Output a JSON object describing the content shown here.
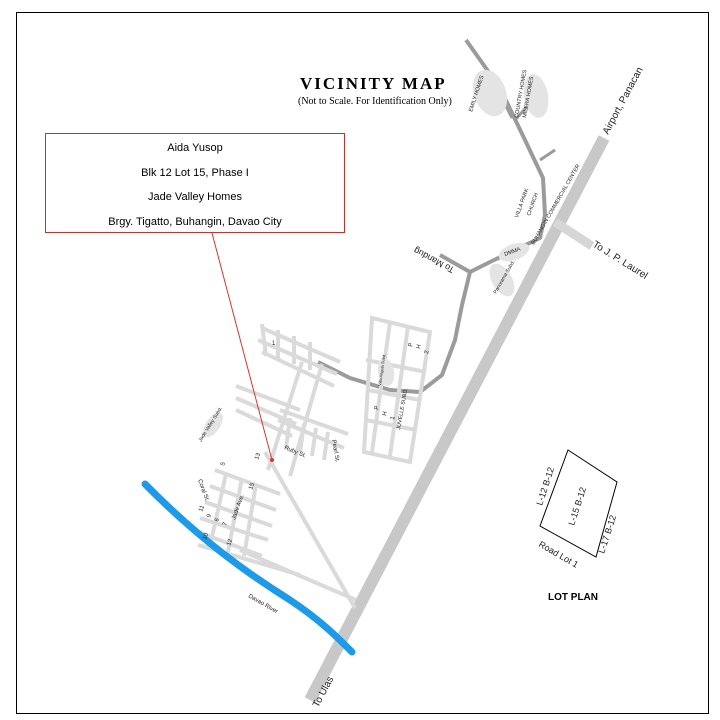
{
  "map": {
    "title": "VICINITY MAP",
    "subtitle": "(Not to Scale. For Identification Only)",
    "address": {
      "name": "Aida Yusop",
      "lot": "Blk 12  Lot 15, Phase I",
      "subdivision": "Jade Valley  Homes",
      "barangay": "Brgy.  Tigatto,  Buhangin, Davao City"
    },
    "roads": {
      "main_north": "Airport, Panacan",
      "main_south": "To Ulas",
      "jp_laurel": "To J. P. Laurel",
      "mandug": "To Mandug",
      "ruby": "Ruby St.",
      "pearl": "Pearl St.",
      "coral": "Coral St.",
      "jade": "Jade Ave."
    },
    "landmarks": {
      "emily": "EMILY HOMES",
      "country": "COUNTRY HOMES",
      "milera": "MILERA HOMES",
      "villa_park": "VILLA PARK",
      "church": "CHURCH",
      "buhangin_cc": "BUHANGIN COMMERCIAL CENTER",
      "dmma": "DMMA",
      "panorama": "Panorama Subd.",
      "juvelle": "JUVELLE SUBD.",
      "jade_valley": "Jade Valley Subd.",
      "davao_river": "Davao River",
      "villa_angela": "Villa Angela Subd."
    },
    "block_numbers": [
      "1",
      "5",
      "13",
      "11",
      "9",
      "6",
      "7",
      "15",
      "12",
      "10"
    ],
    "block_letters": [
      "P",
      "H",
      "2",
      "P",
      "H",
      "1"
    ],
    "lot_plan": {
      "title": "LOT PLAN",
      "center": "L-15 B-12",
      "left": "L-12 B-12",
      "right": "L-17 B-12",
      "road": "Road Lot 1"
    },
    "colors": {
      "main_road": "#c8c8c8",
      "secondary_road": "#999999",
      "street": "#dadada",
      "river": "#1e9be8",
      "pointer": "#d9352c"
    }
  }
}
